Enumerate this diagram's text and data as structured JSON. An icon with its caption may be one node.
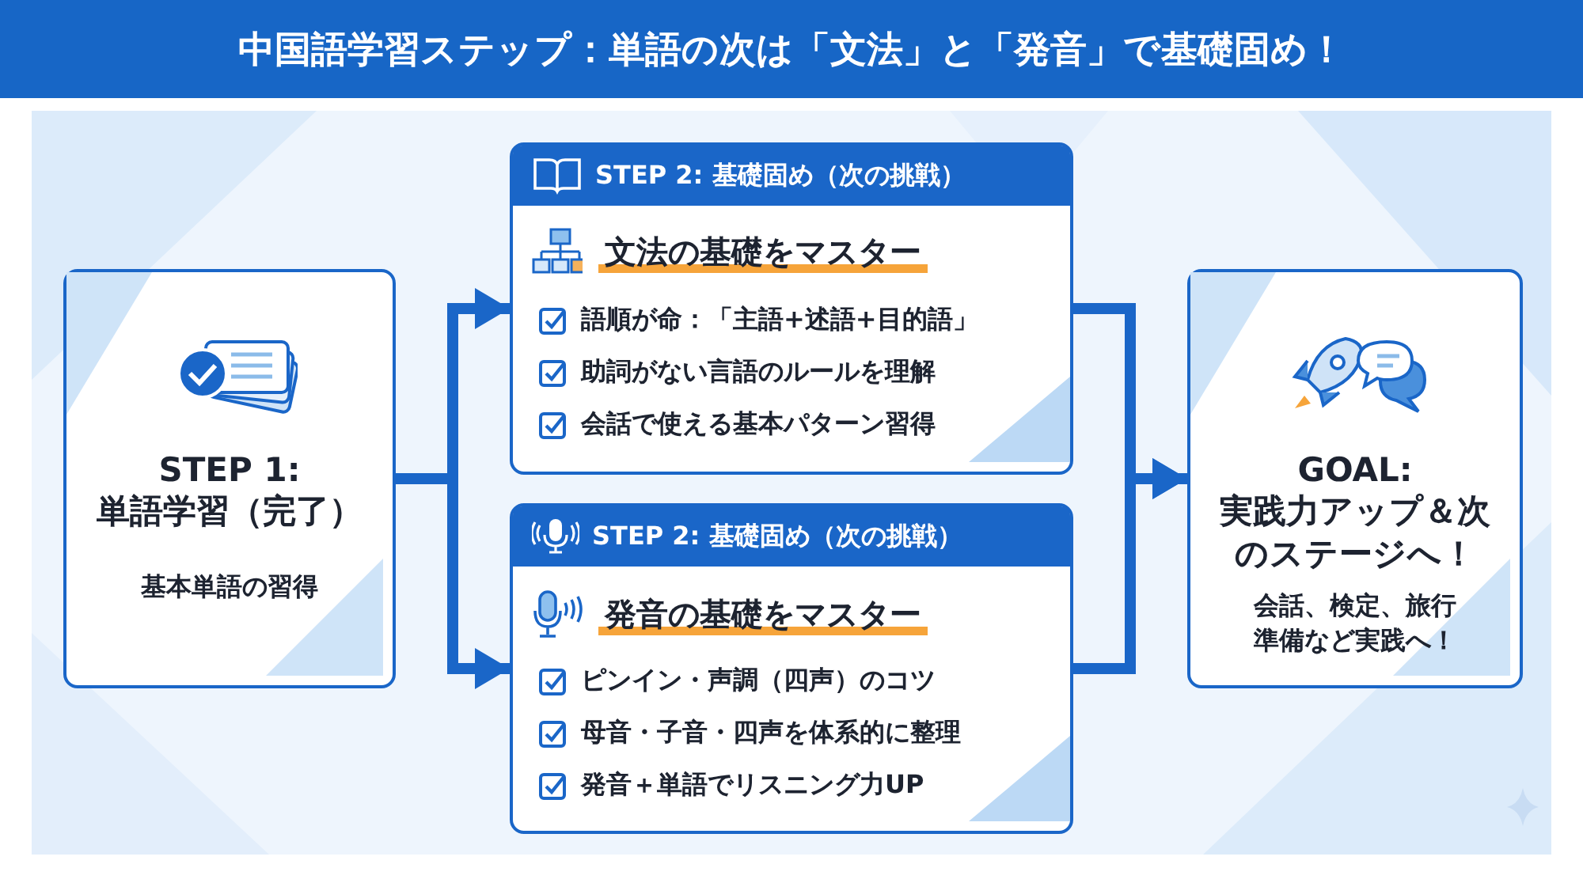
{
  "diagram": {
    "title": "中国語学習ステップ：単語の次は「文法」と「発音」で基礎固め！",
    "nodes": [
      {
        "text": [
          "STEP 1: 単語学習（完了）",
          "基本単語の習得"
        ]
      },
      {
        "text": [
          "STEP 2: 基礎固め（次の挑戦）",
          "文法の基礎をマスター",
          "語順が命：「主語+述語+目的語」",
          "助詞がない言語のルールを理解",
          "会話で使える基本パターン習得"
        ]
      },
      {
        "text": [
          "STEP 2: 基礎固め（次の挑戦）",
          "発音の基礎をマスター",
          "ピンイン・声調（四声）のコツ",
          "母音・子音・四声を体系的に整理",
          "発音＋単語でリスニング力UP"
        ]
      },
      {
        "text": [
          "GOAL: 実践力アップ＆次のステージへ！",
          "会話、検定、旅行準備など実践へ！"
        ]
      }
    ],
    "edges": [
      {
        "from": 0,
        "to": 1,
        "arrow": "to"
      },
      {
        "from": 0,
        "to": 2,
        "arrow": "to"
      },
      {
        "from": 1,
        "to": 3,
        "arrow": "to"
      },
      {
        "from": 2,
        "to": 3,
        "arrow": "to"
      }
    ]
  }
}
